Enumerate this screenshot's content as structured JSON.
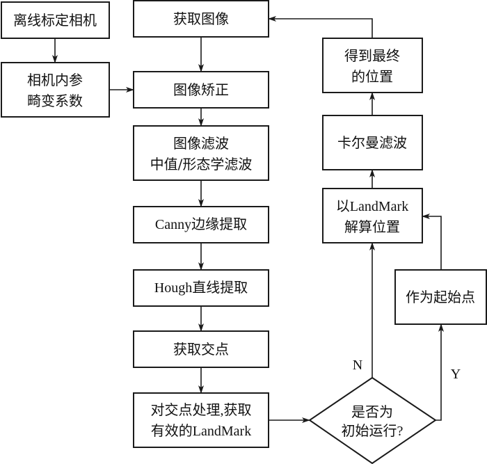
{
  "nodes": {
    "offline_calibration": {
      "lines": [
        "离线标定相机"
      ]
    },
    "camera_params": {
      "lines": [
        "相机内参",
        "畸变系数"
      ]
    },
    "acquire_image": {
      "lines": [
        "获取图像"
      ]
    },
    "image_rectify": {
      "lines": [
        "图像矫正"
      ]
    },
    "image_filter": {
      "lines": [
        "图像滤波",
        "中值/形态学滤波"
      ]
    },
    "canny": {
      "lines": [
        "Canny边缘提取"
      ]
    },
    "hough": {
      "lines": [
        "Hough直线提取"
      ]
    },
    "intersections": {
      "lines": [
        "获取交点"
      ]
    },
    "process_points": {
      "lines": [
        "对交点处理,获取",
        "有效的LandMark"
      ]
    },
    "decision": {
      "lines": [
        "是否为",
        "初始运行?"
      ]
    },
    "start_point": {
      "lines": [
        "作为起始点"
      ]
    },
    "solve_position": {
      "lines": [
        "以LandMark",
        "解算位置"
      ]
    },
    "kalman": {
      "lines": [
        "卡尔曼滤波"
      ]
    },
    "final_position": {
      "lines": [
        "得到最终",
        "的位置"
      ]
    }
  },
  "edge_labels": {
    "no": "N",
    "yes": "Y"
  },
  "colors": {
    "stroke": "#1a1a1a",
    "background": "#ffffff"
  }
}
